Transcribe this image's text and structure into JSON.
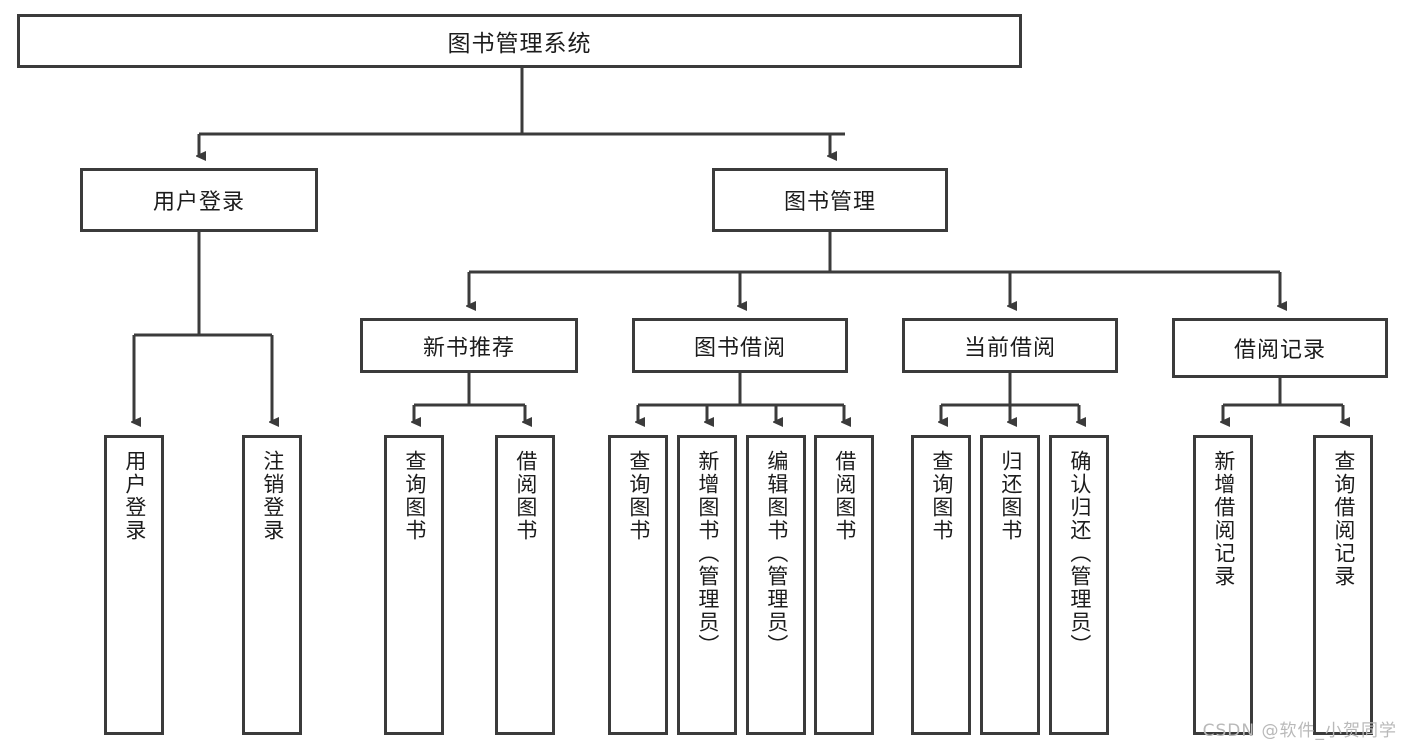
{
  "diagram": {
    "title": "图书管理系统",
    "type": "tree",
    "root": {
      "label": "图书管理系统"
    },
    "level2": [
      {
        "id": "user-login",
        "label": "用户登录"
      },
      {
        "id": "book-manage",
        "label": "图书管理"
      }
    ],
    "level3": [
      {
        "id": "new-book-recommend",
        "label": "新书推荐",
        "parent": "book-manage"
      },
      {
        "id": "book-borrow",
        "label": "图书借阅",
        "parent": "book-manage"
      },
      {
        "id": "current-borrow",
        "label": "当前借阅",
        "parent": "book-manage"
      },
      {
        "id": "borrow-record",
        "label": "借阅记录",
        "parent": "book-manage"
      }
    ],
    "leaves": [
      {
        "id": "leaf-user-login",
        "label": "用户登录",
        "parent": "user-login"
      },
      {
        "id": "leaf-logout-login",
        "label": "注销登录",
        "parent": "user-login"
      },
      {
        "id": "leaf-query-book-1",
        "label": "查询图书",
        "parent": "new-book-recommend"
      },
      {
        "id": "leaf-borrow-book-1",
        "label": "借阅图书",
        "parent": "new-book-recommend"
      },
      {
        "id": "leaf-query-book-2",
        "label": "查询图书",
        "parent": "book-borrow"
      },
      {
        "id": "leaf-add-book",
        "label": "新增图书（管理员）",
        "parent": "book-borrow"
      },
      {
        "id": "leaf-edit-book",
        "label": "编辑图书（管理员）",
        "parent": "book-borrow"
      },
      {
        "id": "leaf-borrow-book-2",
        "label": "借阅图书",
        "parent": "book-borrow"
      },
      {
        "id": "leaf-query-book-3",
        "label": "查询图书",
        "parent": "current-borrow"
      },
      {
        "id": "leaf-return-book",
        "label": "归还图书",
        "parent": "current-borrow"
      },
      {
        "id": "leaf-confirm-return",
        "label": "确认归还（管理员）",
        "parent": "current-borrow"
      },
      {
        "id": "leaf-add-record",
        "label": "新增借阅记录",
        "parent": "borrow-record"
      },
      {
        "id": "leaf-query-record",
        "label": "查询借阅记录",
        "parent": "borrow-record"
      }
    ]
  },
  "watermark": {
    "text": "CSDN @软件_小贺同学"
  },
  "colors": {
    "border": "#3b3b3b",
    "text": "#1c1c1c",
    "background": "#ffffff",
    "watermark": "#b9b9b9"
  }
}
